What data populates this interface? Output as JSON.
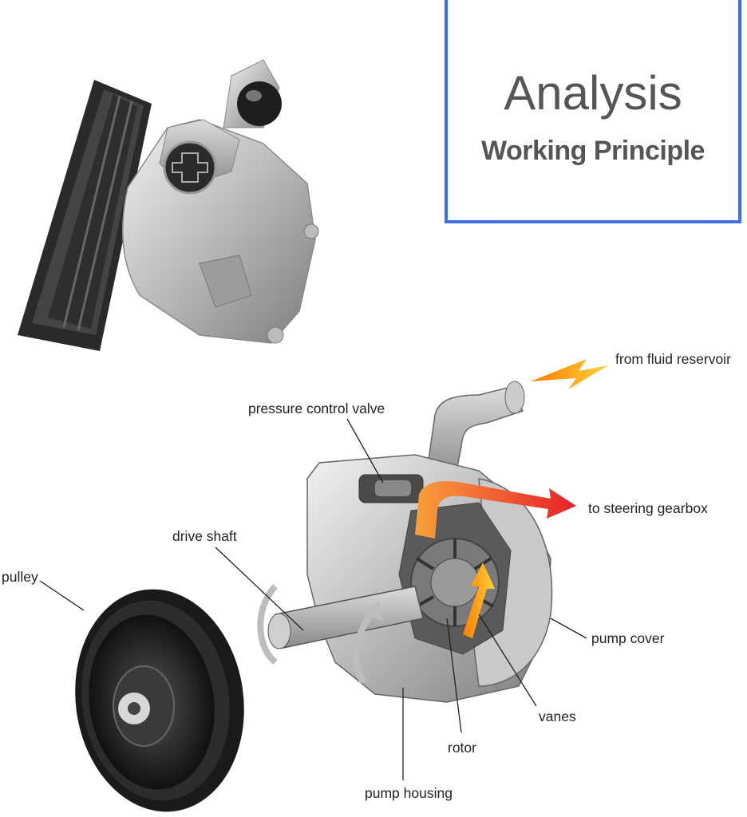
{
  "header": {
    "title": "Analysis",
    "subtitle": "Working Principle"
  },
  "labels": {
    "reservoir": "from fluid reservoir",
    "pressure_valve": "pressure control valve",
    "steering_gearbox": "to steering gearbox",
    "drive_shaft": "drive shaft",
    "pulley": "pulley",
    "pump_cover": "pump cover",
    "vanes": "vanes",
    "rotor": "rotor",
    "pump_housing": "pump housing"
  },
  "colors": {
    "frame": "#3f6fe0",
    "flow_orange": "#f5a020",
    "flow_red": "#e8302a"
  }
}
